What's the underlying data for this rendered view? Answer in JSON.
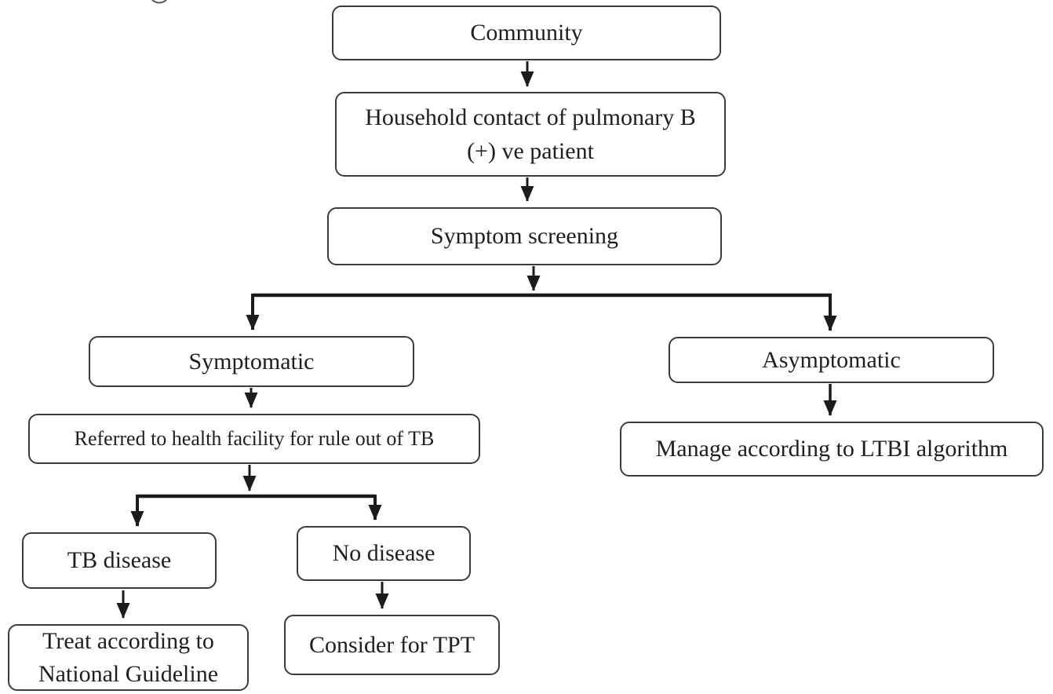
{
  "figure": {
    "type": "flowchart",
    "colors": {
      "background": "#ffffff",
      "box_border": "#3b3b3b",
      "line": "#1c1c1c",
      "text": "#1f1f1f"
    },
    "nodes": {
      "community": {
        "label": "Community"
      },
      "household": {
        "label": "Household contact of pulmonary B (+) ve patient"
      },
      "symptom": {
        "label": "Symptom screening"
      },
      "symptomatic": {
        "label": "Symptomatic"
      },
      "asymptomatic": {
        "label": "Asymptomatic"
      },
      "referred": {
        "label": "Referred to health facility for rule out of TB"
      },
      "manage": {
        "label": "Manage according to LTBI algorithm"
      },
      "tb_disease": {
        "label": "TB disease"
      },
      "no_disease": {
        "label": "No disease"
      },
      "treat": {
        "label": "Treat according to National Guideline"
      },
      "consider": {
        "label": "Consider for TPT"
      }
    },
    "edges": [
      {
        "from": "community",
        "to": "household"
      },
      {
        "from": "household",
        "to": "symptom"
      },
      {
        "from": "symptom",
        "to": "symptomatic"
      },
      {
        "from": "symptom",
        "to": "asymptomatic"
      },
      {
        "from": "symptomatic",
        "to": "referred"
      },
      {
        "from": "referred",
        "to": "tb_disease"
      },
      {
        "from": "referred",
        "to": "no_disease"
      },
      {
        "from": "tb_disease",
        "to": "treat"
      },
      {
        "from": "no_disease",
        "to": "consider"
      },
      {
        "from": "asymptomatic",
        "to": "manage"
      }
    ]
  }
}
